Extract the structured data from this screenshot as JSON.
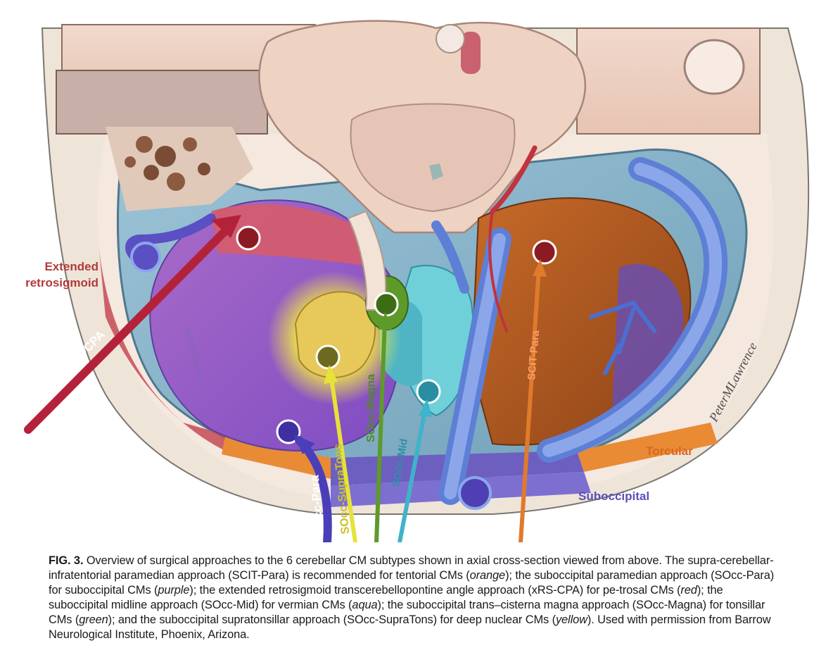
{
  "figure": {
    "labels": {
      "extended_retrosigmoid_line1": "Extended",
      "extended_retrosigmoid_line2": "retrosigmoid",
      "xrs_cpa": "xRS-CPA",
      "socc_magna": "SOcc-Magna",
      "socc_supratons": "SOcc-SupraTons",
      "socc_mid": "SOcc-Mid",
      "socc_para": "SOcc-Para",
      "scit_para": "SCIT-Para",
      "torcular": "Torcular",
      "suboccipital": "Suboccipital"
    },
    "watermark": "©2024 Barrow",
    "signature": "PeterMLawrence",
    "colors": {
      "red": "#b4223a",
      "orange": "#e07a2c",
      "purple": "#5b4fc4",
      "aqua": "#3fb3c9",
      "green": "#5e9a2a",
      "yellow": "#e6e23a",
      "label_red": "#b23a3a",
      "label_orange": "#d9661f",
      "label_purple": "#5a4fb8",
      "label_green": "#4f8a25",
      "label_aqua": "#2d8fa8"
    }
  },
  "caption": {
    "fig_no": "FIG. 3.",
    "t1": " Overview of surgical approaches to the 6 cerebellar CM subtypes shown in axial cross-section viewed from above. The supra-cerebellar-infratentorial paramedian approach (SCIT-Para) is recommended for tentorial CMs (",
    "c_orange": "orange",
    "t2": "); the suboccipital paramedian approach (SOcc-Para) for suboccipital CMs (",
    "c_purple": "purple",
    "t3": "); the extended retrosigmoid transcerebellopontine angle approach (xRS-CPA) for pe-trosal CMs (",
    "c_red": "red",
    "t4": "); the suboccipital midline approach (SOcc-Mid) for vermian CMs (",
    "c_aqua": "aqua",
    "t5": "); the suboccipital trans–cisterna magna approach (SOcc-Magna) for tonsillar CMs (",
    "c_green": "green",
    "t6": "); and the suboccipital supratonsillar approach (SOcc-SupraTons) for deep nuclear CMs (",
    "c_yellow": "yellow",
    "t7": "). Used with permission from Barrow Neurological Institute, Phoenix, Arizona."
  }
}
